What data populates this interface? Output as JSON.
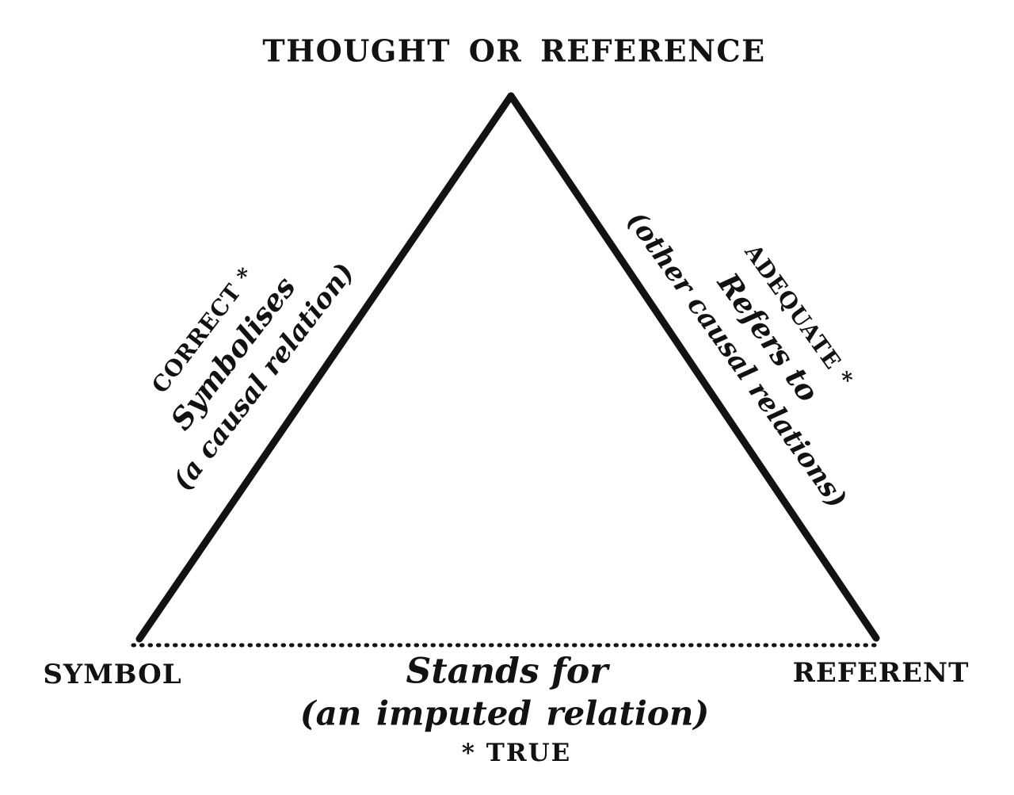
{
  "diagram": {
    "title": "THOUGHT OR REFERENCE",
    "left_edge": {
      "term": "CORRECT *",
      "relation": "Symbolises",
      "note": "(a causal relation)"
    },
    "right_edge": {
      "term": "ADEQUATE *",
      "relation": "Refers to",
      "note": "(other causal relations)"
    },
    "base": {
      "left_vertex": "SYMBOL",
      "right_vertex": "REFERENT",
      "relation": "Stands for",
      "note": "(an imputed relation)",
      "footnote": "* TRUE"
    },
    "colors": {
      "ink": "#121212",
      "paper": "#ffffff"
    },
    "geometry": {
      "apex": [
        645,
        121
      ],
      "left_vertex": [
        176,
        806
      ],
      "right_vertex": [
        1106,
        805
      ]
    }
  }
}
